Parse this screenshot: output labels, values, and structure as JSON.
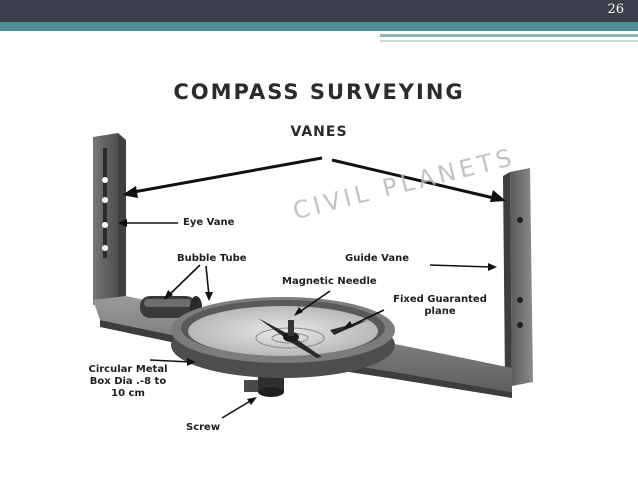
{
  "slide": {
    "page_number": "26",
    "title": "COMPASS SURVEYING",
    "subtitle": "VANES",
    "watermark": "CIVIL PLANETS"
  },
  "labels": {
    "eye_vane": "Eye Vane",
    "bubble_tube": "Bubble Tube",
    "guide_vane": "Guide Vane",
    "magnetic_needle": "Magnetic Needle",
    "fixed_plane_line1": "Fixed Guaranted",
    "fixed_plane_line2": "plane",
    "circular_box_line1": "Circular Metal",
    "circular_box_line2": "Box Dia .-8 to",
    "circular_box_line3": "10 cm",
    "screw": "Screw"
  },
  "colors": {
    "header_dark": "#3a3f4b",
    "header_teal": "#4f8f94",
    "metal_dark": "#5c5c5c",
    "metal_mid": "#8a8a8a",
    "metal_light": "#b9b9b9"
  }
}
